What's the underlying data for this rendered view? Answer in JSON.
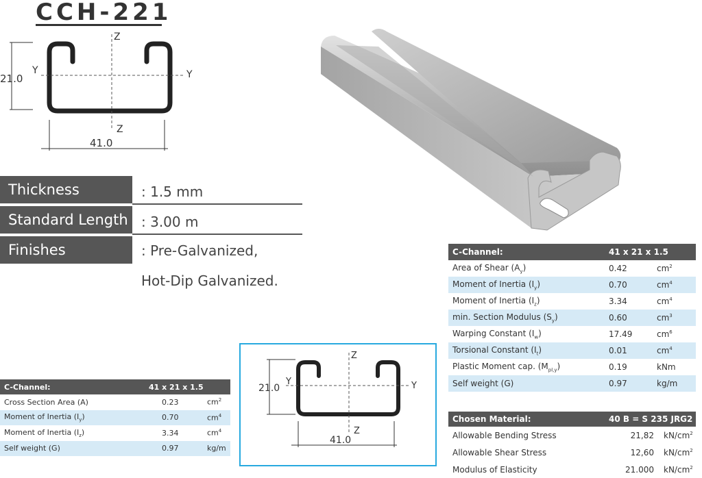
{
  "title": "CCH-221",
  "top_drawing": {
    "height": "21.0",
    "width": "41.0",
    "axis_y_left": "Y",
    "axis_y_right": "Y",
    "axis_z_top": "Z",
    "axis_z_bottom": "Z"
  },
  "box_drawing": {
    "height": "21.0",
    "width": "41.0",
    "axis_y_left": "Y",
    "axis_y_right": "Y",
    "axis_z_top": "Z",
    "axis_z_bottom": "Z"
  },
  "specs": [
    {
      "label": "Thickness",
      "value": ": 1.5 mm"
    },
    {
      "label": "Standard Length",
      "value": ": 3.00 m"
    },
    {
      "label": "Finishes",
      "value": ": Pre-Galvanized,",
      "value2": "Hot-Dip Galvanized."
    }
  ],
  "small_table": {
    "header": [
      "C-Channel:",
      "41 x 21 x 1.5"
    ],
    "rows": [
      {
        "name": "Cross Section Area (A)",
        "value": "0.23",
        "unit": "cm",
        "unit_sup": "2"
      },
      {
        "name_base": "Moment of Inertia (I",
        "name_sub": "y",
        "name_end": ")",
        "value": "0.70",
        "unit": "cm",
        "unit_sup": "4"
      },
      {
        "name_base": "Moment of Inertia (I",
        "name_sub": "z",
        "name_end": ")",
        "value": "3.34",
        "unit": "cm",
        "unit_sup": "4"
      },
      {
        "name": "Self weight (G)",
        "value": "0.97",
        "unit": "kg/m",
        "unit_sup": ""
      }
    ]
  },
  "prop_table": {
    "header": [
      "C-Channel:",
      "41 x 21 x 1.5"
    ],
    "rows": [
      {
        "name_base": "Area of Shear (A",
        "name_sub": "y",
        "name_end": ")",
        "value": "0.42",
        "unit": "cm",
        "unit_sup": "2"
      },
      {
        "name_base": "Moment of Inertia (I",
        "name_sub": "y",
        "name_end": ")",
        "value": "0.70",
        "unit": "cm",
        "unit_sup": "4"
      },
      {
        "name_base": "Moment of Inertia (I",
        "name_sub": "z",
        "name_end": ")",
        "value": "3.34",
        "unit": "cm",
        "unit_sup": "4"
      },
      {
        "name_base": "min. Section Modulus (S",
        "name_sub": "y",
        "name_end": ")",
        "value": "0.60",
        "unit": "cm",
        "unit_sup": "3"
      },
      {
        "name_base": "Warping Constant (I",
        "name_sub": "w",
        "name_end": ")",
        "value": "17.49",
        "unit": "cm",
        "unit_sup": "6"
      },
      {
        "name_base": "Torsional Constant (I",
        "name_sub": "t",
        "name_end": ")",
        "value": "0.01",
        "unit": "cm",
        "unit_sup": "4"
      },
      {
        "name_base": "Plastic Moment cap. (M",
        "name_sub": "pl,y",
        "name_end": ")",
        "value": "0.19",
        "unit": "kNm",
        "unit_sup": ""
      },
      {
        "name_base": "Self weight (G)",
        "name_sub": "",
        "name_end": "",
        "value": "0.97",
        "unit": "kg/m",
        "unit_sup": ""
      }
    ]
  },
  "material_table": {
    "header": [
      "Chosen Material:",
      "40 B = S 235 JRG2"
    ],
    "rows": [
      {
        "name": "Allowable Bending Stress",
        "value": "21,82",
        "unit": "kN/cm",
        "unit_sup": "2"
      },
      {
        "name": "Allowable Shear Stress",
        "value": "12,60",
        "unit": "kN/cm",
        "unit_sup": "2"
      },
      {
        "name": "Modulus of Elasticity",
        "value": "21.000",
        "unit": "kN/cm",
        "unit_sup": "2"
      }
    ]
  }
}
